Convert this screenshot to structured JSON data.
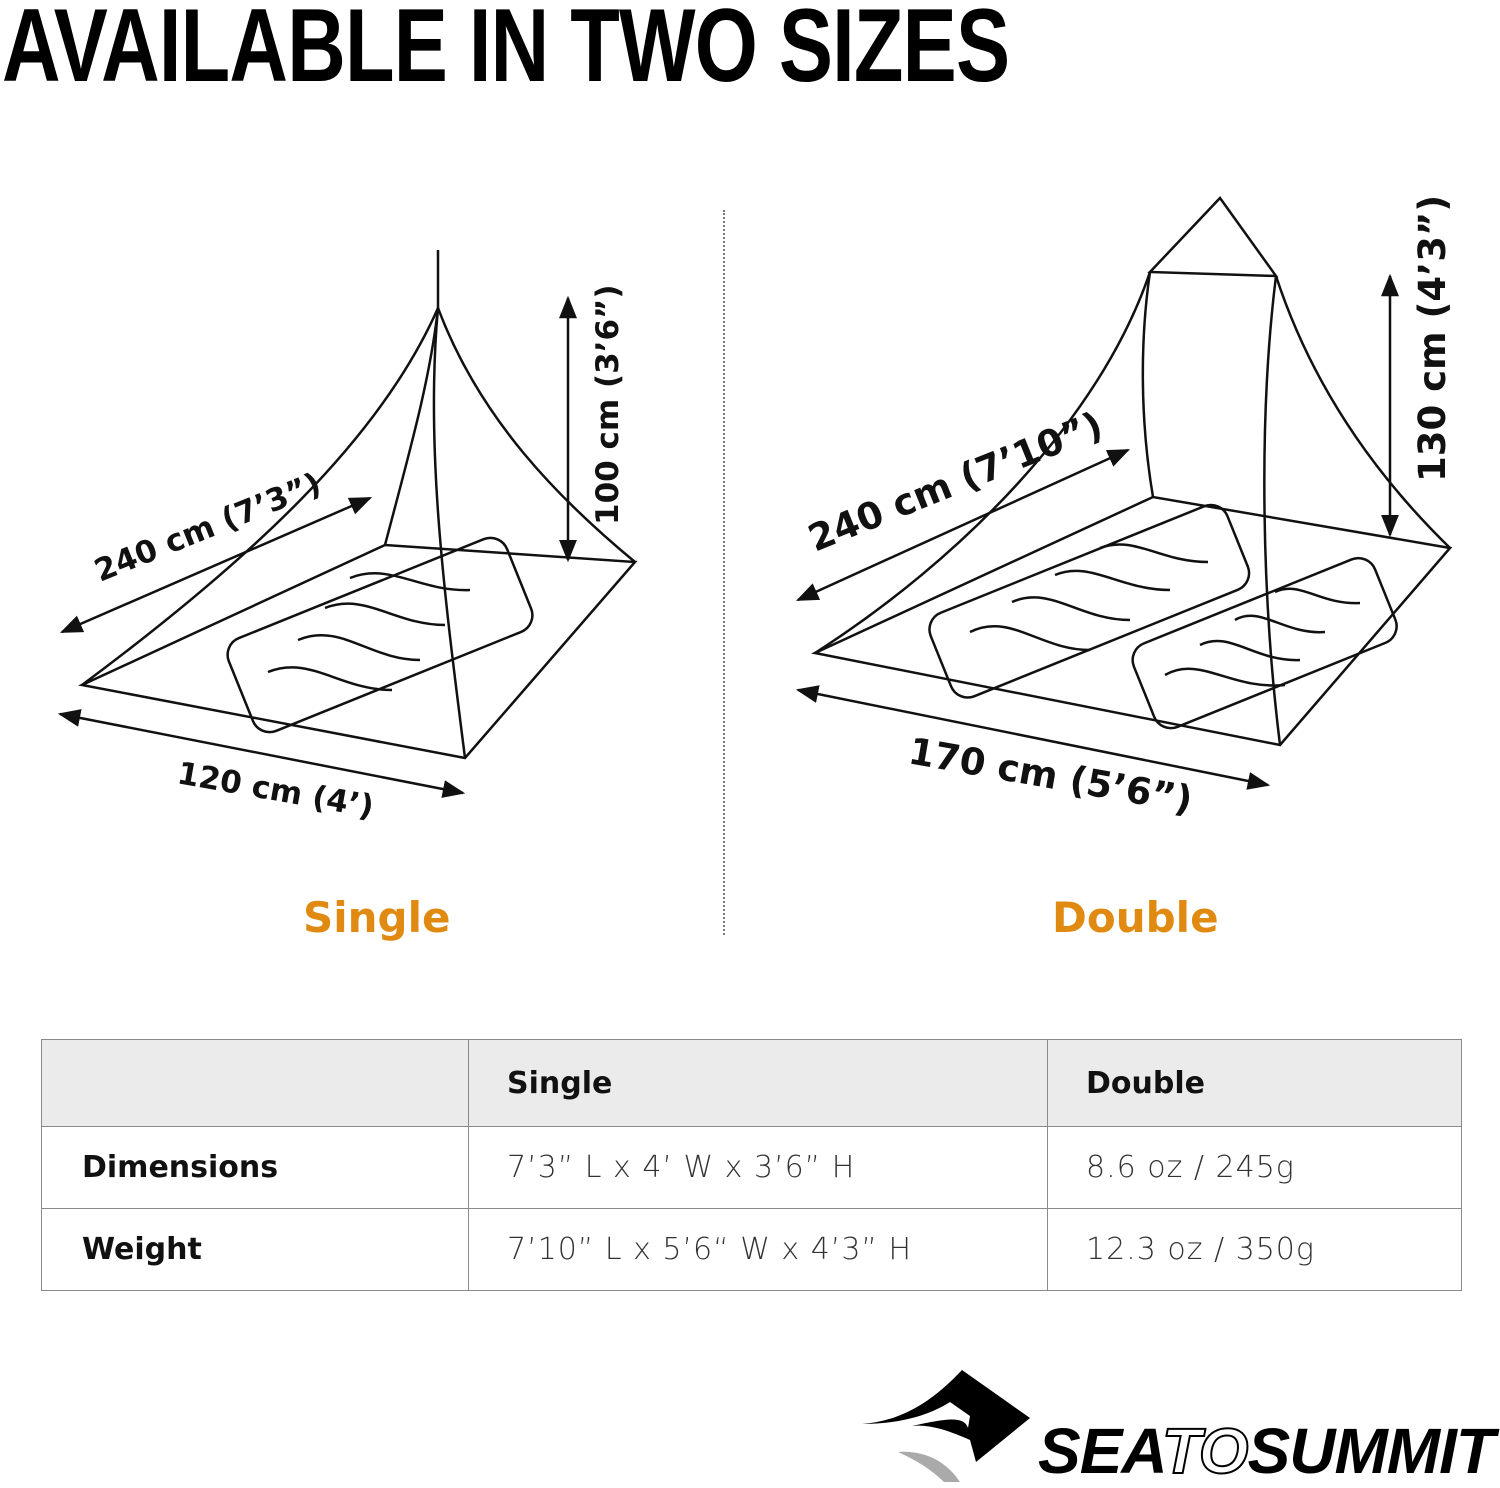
{
  "header": {
    "title": "AVAILABLE IN TWO SIZES"
  },
  "diagrams": {
    "single": {
      "label": "Single",
      "length_label": "240 cm (7’3”)",
      "width_label": "120 cm (4’)",
      "height_label": "100 cm (3’6”)"
    },
    "double": {
      "label": "Double",
      "length_label": "240 cm (7’10”)",
      "width_label": "170 cm (5’6”)",
      "height_label": "130 cm (4’3”)"
    },
    "accent_color": "#e08a12"
  },
  "table": {
    "headers": [
      "",
      "Single",
      "Double"
    ],
    "rows": [
      {
        "label": "Dimensions",
        "single": "7’3” L x 4’ W x 3’6” H",
        "double": "8.6 oz / 245g"
      },
      {
        "label": "Weight",
        "single": "7’10” L x 5’6“ W x 4’3” H",
        "double": "12.3 oz / 350g"
      }
    ]
  },
  "brand": {
    "logo_text_1": "SEA",
    "logo_text_2": "TO",
    "logo_text_3": "SUMMIT"
  }
}
